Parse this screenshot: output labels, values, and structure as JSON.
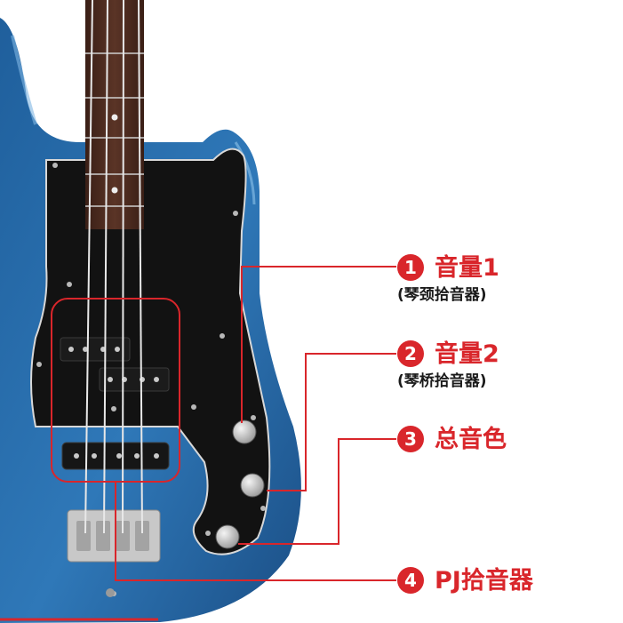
{
  "colors": {
    "accent": "#d9262b",
    "text": "#1a1a1a",
    "guitar_body": "#2f6fa8",
    "pickguard": "#121212"
  },
  "callouts": [
    {
      "number": "1",
      "title": "音量1",
      "subtitle": "(琴颈拾音器)"
    },
    {
      "number": "2",
      "title": "音量2",
      "subtitle": "(琴桥拾音器)"
    },
    {
      "number": "3",
      "title": "总音色",
      "subtitle": ""
    },
    {
      "number": "4",
      "title": "PJ拾音器",
      "subtitle": ""
    }
  ]
}
